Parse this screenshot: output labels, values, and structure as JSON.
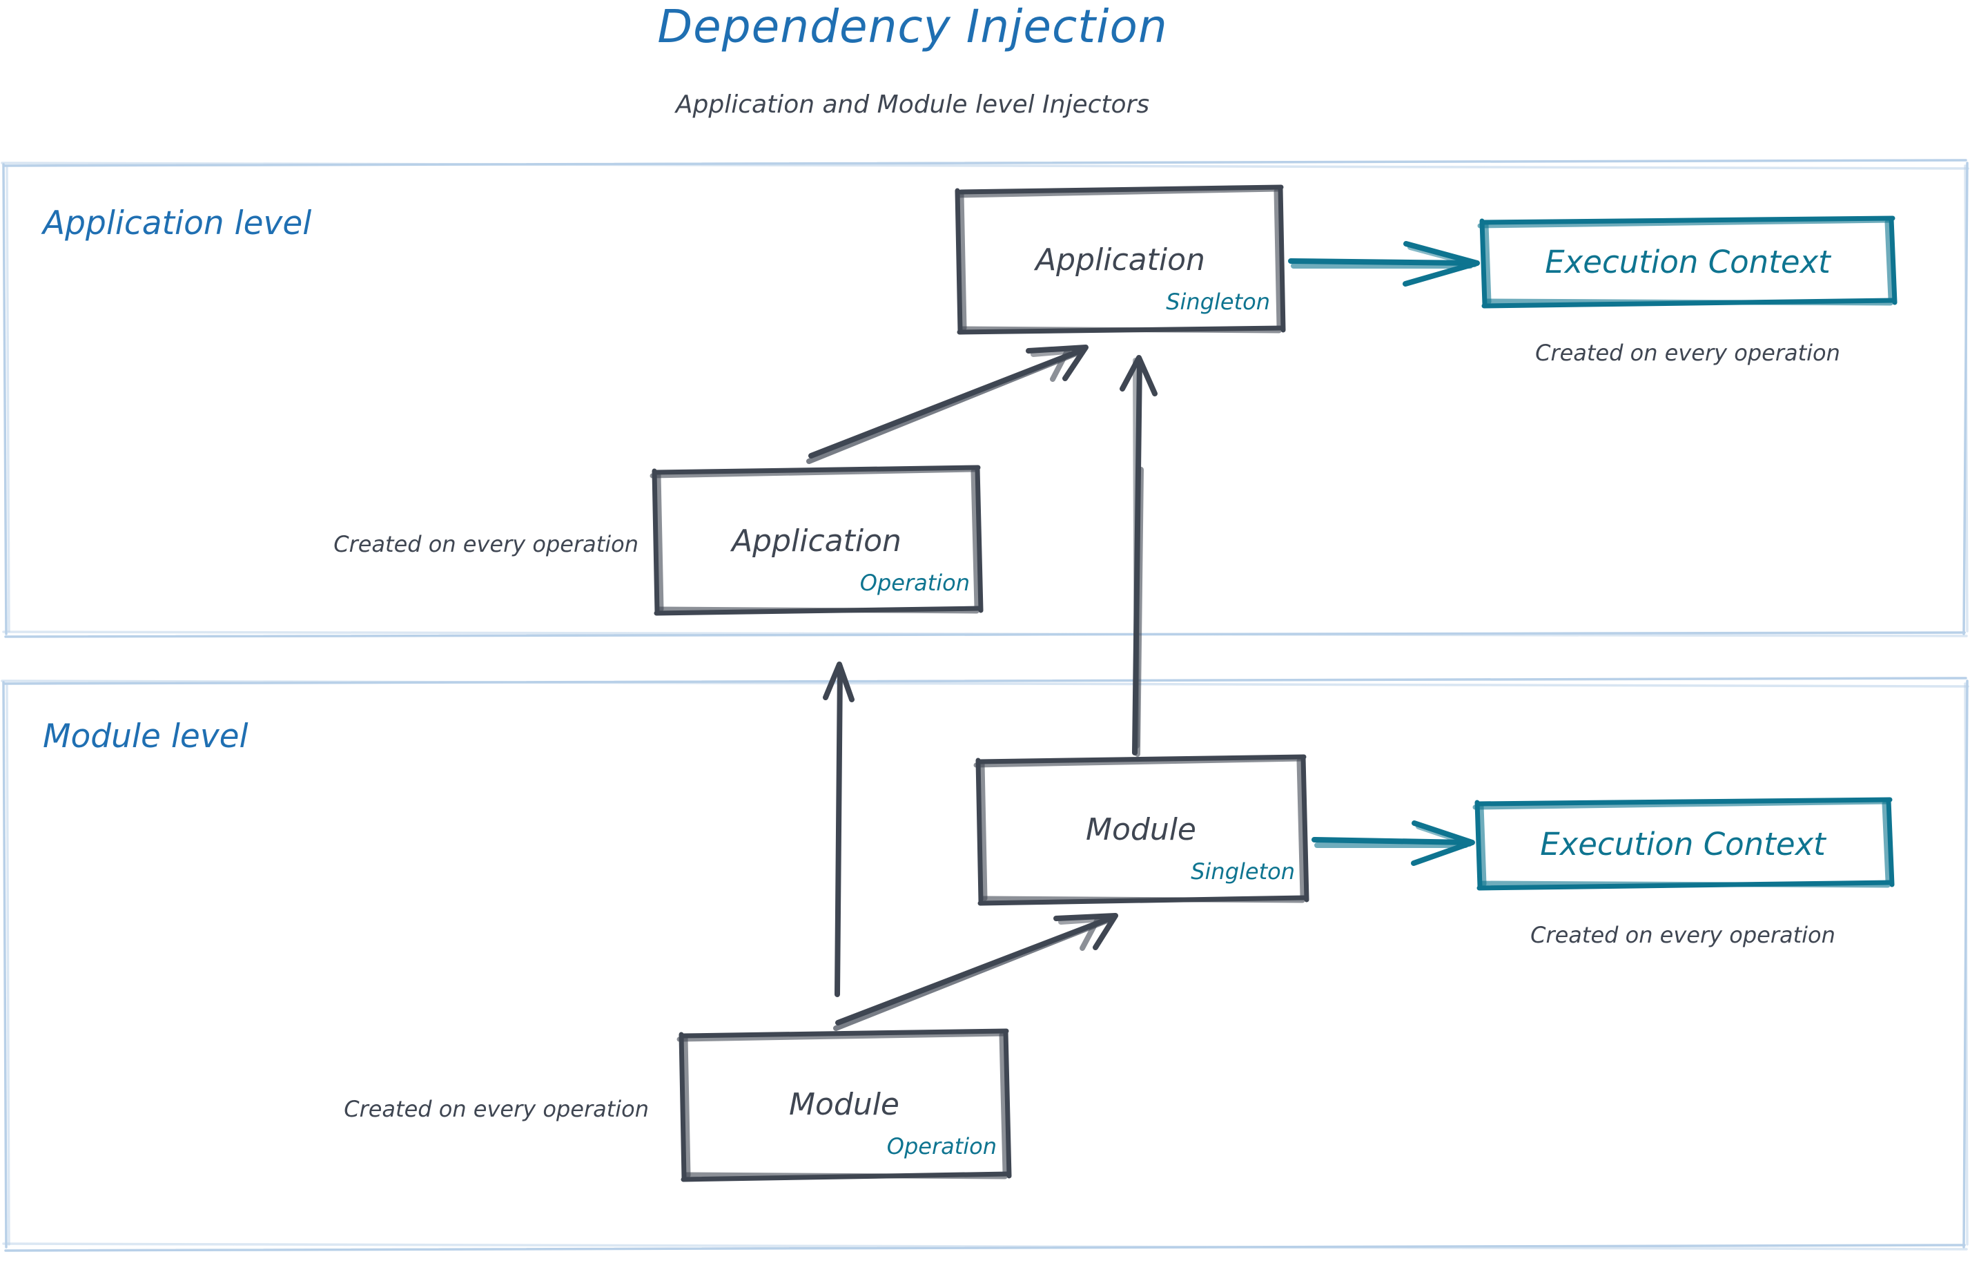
{
  "header": {
    "title": "Dependency Injection",
    "subtitle": "Application and Module level Injectors",
    "title_color": "#1f6fb2",
    "subtitle_color": "#3f4652"
  },
  "colors": {
    "accent_blue": "#1f6fb2",
    "panel_border": "#b8d0e8",
    "node_stroke": "#3f4652",
    "teal": "#0e7490",
    "background": "#ffffff"
  },
  "panels": [
    {
      "id": "application-level",
      "label": "Application level"
    },
    {
      "id": "module-level",
      "label": "Module level"
    }
  ],
  "nodes": [
    {
      "id": "application-singleton",
      "title": "Application",
      "scope": "Singleton",
      "panel": "application-level"
    },
    {
      "id": "application-operation",
      "title": "Application",
      "scope": "Operation",
      "panel": "application-level"
    },
    {
      "id": "module-singleton",
      "title": "Module",
      "scope": "Singleton",
      "panel": "module-level"
    },
    {
      "id": "module-operation",
      "title": "Module",
      "scope": "Operation",
      "panel": "module-level"
    }
  ],
  "context_boxes": [
    {
      "id": "execution-context-application",
      "label": "Execution Context",
      "note": "Created on every operation",
      "panel": "application-level"
    },
    {
      "id": "execution-context-module",
      "label": "Execution Context",
      "note": "Created on every operation",
      "panel": "module-level"
    }
  ],
  "notes": [
    {
      "id": "note-application-operation",
      "text": "Created on every operation"
    },
    {
      "id": "note-module-operation",
      "text": "Created on every operation"
    }
  ],
  "edges": [
    {
      "id": "app-singleton-to-execution-context",
      "from": "application-singleton",
      "to": "execution-context-application",
      "color": "#0e7490",
      "style": "arrow"
    },
    {
      "id": "app-operation-to-app-singleton",
      "from": "application-operation",
      "to": "application-singleton",
      "color": "#3f4652",
      "style": "arrow"
    },
    {
      "id": "module-singleton-to-app-singleton",
      "from": "module-singleton",
      "to": "application-singleton",
      "color": "#3f4652",
      "style": "arrow"
    },
    {
      "id": "module-singleton-to-execution-context",
      "from": "module-singleton",
      "to": "execution-context-module",
      "color": "#0e7490",
      "style": "arrow"
    },
    {
      "id": "module-operation-to-module-singleton",
      "from": "module-operation",
      "to": "module-singleton",
      "color": "#3f4652",
      "style": "arrow"
    },
    {
      "id": "module-operation-to-app-operation",
      "from": "module-operation",
      "to": "application-operation",
      "color": "#3f4652",
      "style": "arrow"
    }
  ]
}
